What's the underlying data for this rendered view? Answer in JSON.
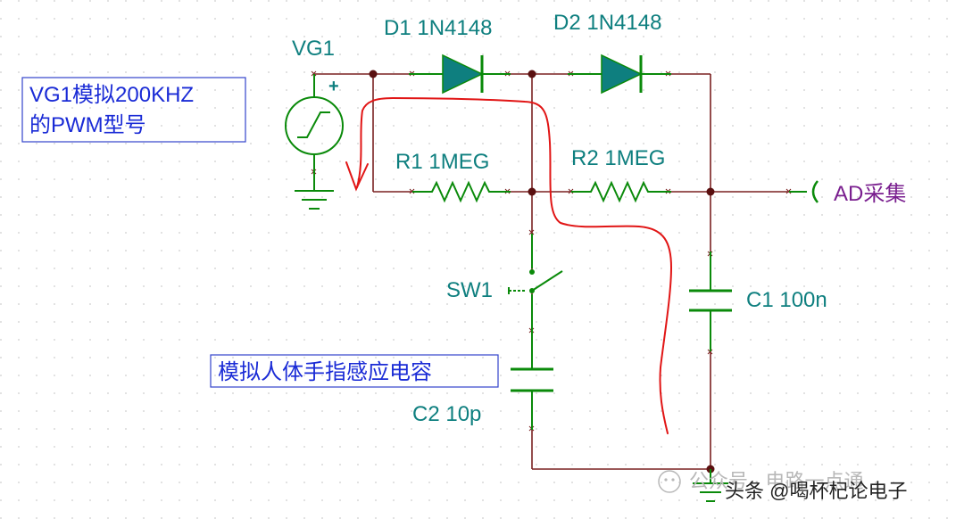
{
  "colors": {
    "wire": "#7a2020",
    "component": "#0a8a0a",
    "label": "#0e7f7f",
    "diode_fill": "#0e7f7f",
    "note_text": "#1a2bd6",
    "note_border": "#3344cc",
    "ad_label": "#7a1f8f",
    "annotation_stroke": "#e11515",
    "watermark": "#b8b8b8",
    "grid_dot": "#d8d8d8"
  },
  "components": {
    "vg1": {
      "name": "VG1",
      "plus": "+"
    },
    "d1": {
      "name": "D1 1N4148"
    },
    "d2": {
      "name": "D2 1N4148"
    },
    "r1": {
      "name": "R1 1MEG"
    },
    "r2": {
      "name": "R2 1MEG"
    },
    "sw1": {
      "name": "SW1"
    },
    "c1": {
      "name": "C1 100n"
    },
    "c2": {
      "name": "C2 10p"
    }
  },
  "port": {
    "label": "AD采集"
  },
  "notes": {
    "vg1_line1": "VG1模拟200KHZ",
    "vg1_line2": "的PWM型号",
    "touch": "模拟人体手指感应电容"
  },
  "watermark": {
    "wechat": "公众号 · 电路一点通",
    "toutiao": "头条 @喝杯杞论电子"
  }
}
